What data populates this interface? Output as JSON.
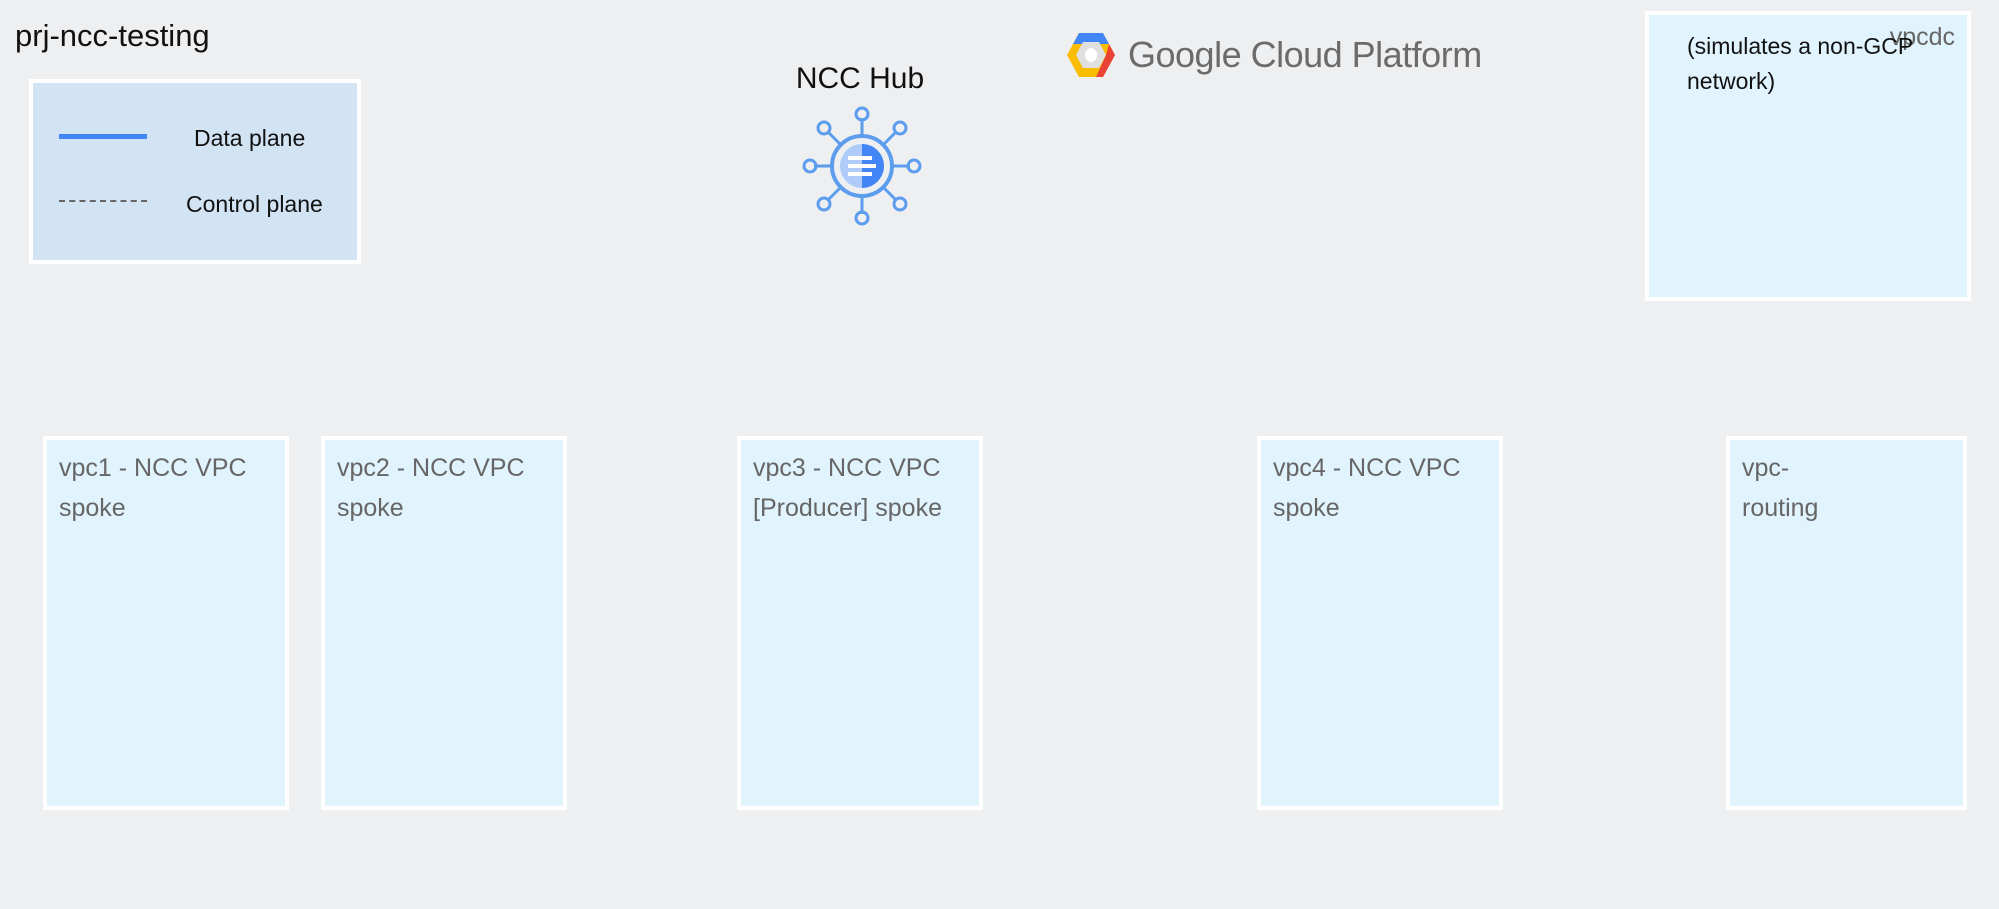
{
  "project": {
    "title": "prj-ncc-testing"
  },
  "legend": {
    "data_plane": "Data plane",
    "control_plane": "Control plane",
    "colors": {
      "data_plane": "#4285f4",
      "control_plane": "#666666"
    }
  },
  "hub": {
    "label": "NCC Hub",
    "icon": "ncc-hub-icon"
  },
  "brand": {
    "text": "Google Cloud Platform",
    "icon": "gcp-hexagon-logo"
  },
  "vpcdc": {
    "name": "vpcdc",
    "description": "(simulates a non-GCP network)"
  },
  "vpcs": [
    {
      "line1": "vpc1 - NCC VPC",
      "line2": "spoke"
    },
    {
      "line1": "vpc2 - NCC VPC",
      "line2": "spoke"
    },
    {
      "line1": "vpc3 - NCC VPC",
      "line2": "[Producer] spoke"
    },
    {
      "line1": "vpc4 - NCC VPC",
      "line2": "spoke"
    },
    {
      "line1": "vpc-",
      "line2": "routing"
    }
  ]
}
